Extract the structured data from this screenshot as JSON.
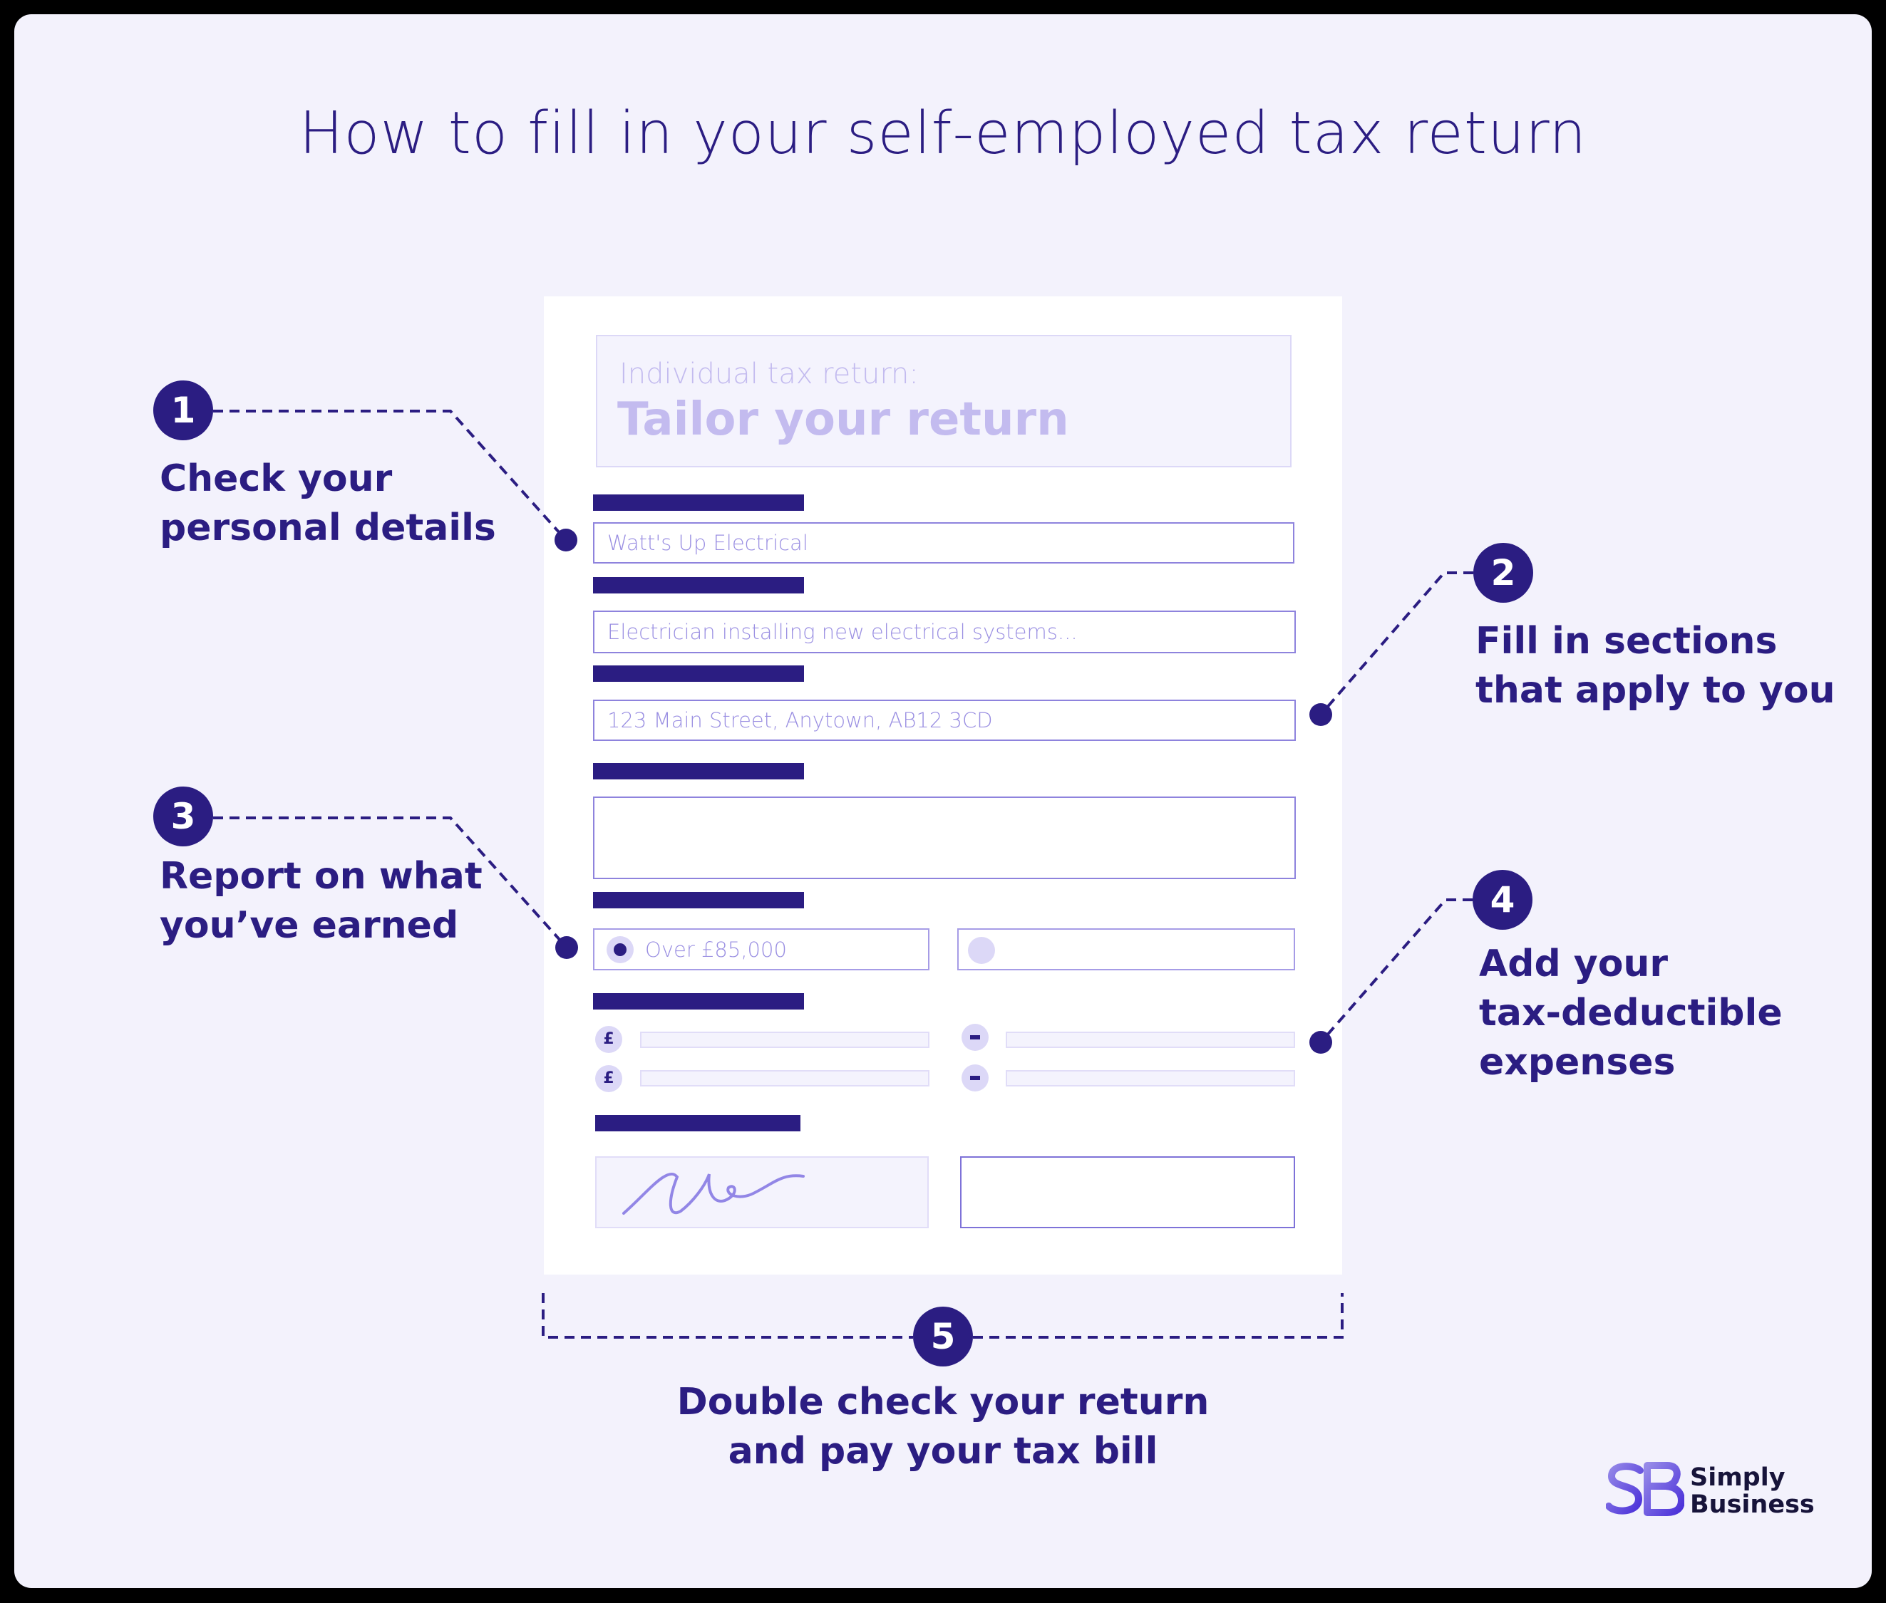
{
  "title": "How to fill in your self-employed tax return",
  "colors": {
    "background": "#f3f2fc",
    "primary": "#2b1d82",
    "field_text": "#9a8fe2",
    "header_text": "#c3bbef",
    "document": "#ffffff"
  },
  "form": {
    "header_subtitle": "Individual tax return:",
    "header_title": "Tailor your return",
    "fields": {
      "business_name": "Watt's Up Electrical",
      "business_description": "Electrician installing new electrical systems...",
      "address": "123 Main Street, Anytown, AB12 3CD",
      "notes": ""
    },
    "turnover_options": [
      {
        "label": "Over £85,000",
        "selected": true
      },
      {
        "label": "",
        "selected": false
      }
    ],
    "income_icons": [
      "£",
      "£"
    ],
    "expense_icons": [
      "-",
      "-"
    ],
    "signature": "signature-scribble",
    "date": ""
  },
  "steps": [
    {
      "number": "1",
      "line1": "Check your",
      "line2": "personal details"
    },
    {
      "number": "2",
      "line1": "Fill in sections",
      "line2": "that apply to you"
    },
    {
      "number": "3",
      "line1": "Report on what",
      "line2": "you’ve earned"
    },
    {
      "number": "4",
      "line1": "Add your",
      "line2": "tax-deductible",
      "line3": "expenses"
    },
    {
      "number": "5",
      "line1": "Double check your return",
      "line2": "and pay your tax bill"
    }
  ],
  "brand": {
    "monogram": "SB",
    "line1": "Simply",
    "line2": "Business"
  }
}
